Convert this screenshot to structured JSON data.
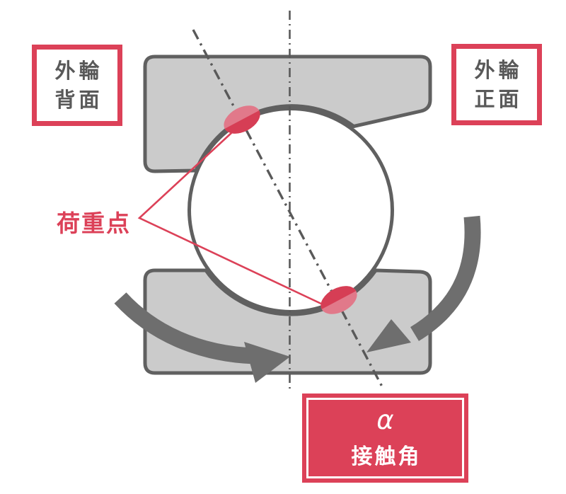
{
  "diagram": {
    "title_implied": "",
    "labels": {
      "outer_ring_back": {
        "line1": "外輪",
        "line2": "背面"
      },
      "outer_ring_front": {
        "line1": "外輪",
        "line2": "正面"
      },
      "load_point": "荷重点",
      "contact_angle": {
        "symbol": "α",
        "label": "接触角"
      }
    },
    "colors": {
      "accent_red": "#dc4158",
      "contact_ellipse_light": "#e1798a",
      "contact_ellipse_dark": "#d63e55",
      "ring_fill": "#cbcbcb",
      "outline_gray": "#606060",
      "arrow_gray": "#6e6e6e",
      "label_text_gray": "#595959"
    }
  }
}
